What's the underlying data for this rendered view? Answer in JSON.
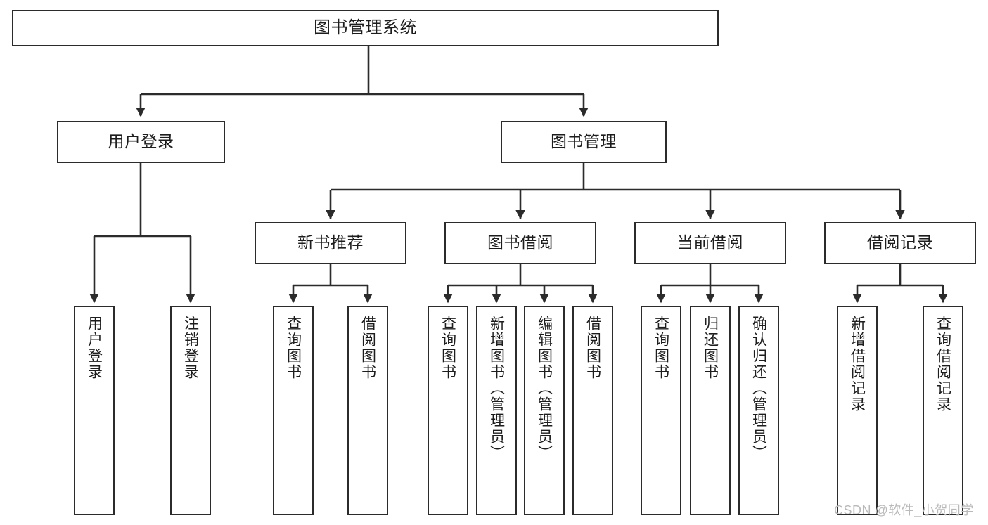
{
  "diagram": {
    "title": "图书管理系统",
    "type": "tree-hierarchy-chart",
    "watermark": "CSDN @软件_小贺同学",
    "colors": {
      "stroke": "#2b2b2b",
      "fill": "#ffffff",
      "text": "#1d1d1d",
      "watermark": "#b9b9b9"
    },
    "nodes": {
      "root": {
        "label": "图书管理系统"
      },
      "level2": [
        {
          "label": "用户登录"
        },
        {
          "label": "图书管理"
        }
      ],
      "level3": [
        {
          "label": "新书推荐"
        },
        {
          "label": "图书借阅"
        },
        {
          "label": "当前借阅"
        },
        {
          "label": "借阅记录"
        }
      ],
      "leaves": {
        "user_login": [
          {
            "label": "用户登录"
          },
          {
            "label": "注销登录"
          }
        ],
        "new_book_rec": [
          {
            "label": "查询图书"
          },
          {
            "label": "借阅图书"
          }
        ],
        "book_borrow": [
          {
            "label": "查询图书"
          },
          {
            "label": "新增图书（管理员）"
          },
          {
            "label": "编辑图书（管理员）"
          },
          {
            "label": "借阅图书"
          }
        ],
        "current_borrow": [
          {
            "label": "查询图书"
          },
          {
            "label": "归还图书"
          },
          {
            "label": "确认归还（管理员）"
          }
        ],
        "borrow_record": [
          {
            "label": "新增借阅记录"
          },
          {
            "label": "查询借阅记录"
          }
        ]
      }
    }
  }
}
